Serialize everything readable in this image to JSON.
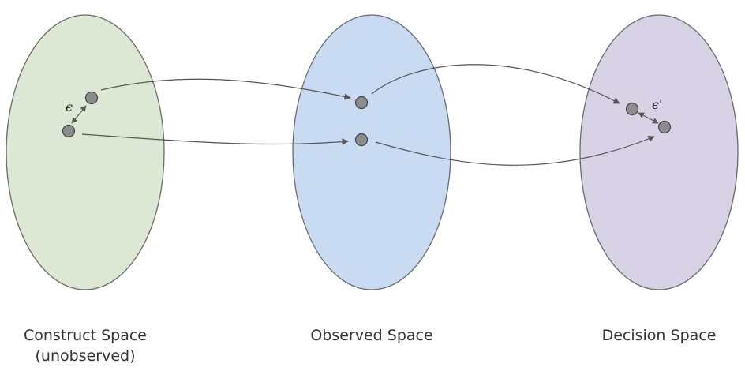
{
  "spaces": {
    "construct": {
      "label_line1": "Construct Space",
      "label_line2": "(unobserved)",
      "color": "#dce8d4"
    },
    "observed": {
      "label": "Observed Space",
      "color": "#c9daf3"
    },
    "decision": {
      "label": "Decision Space",
      "color": "#d8d2e7"
    }
  },
  "annotations": {
    "epsilon": "ϵ",
    "epsilon_prime": "ϵ'"
  },
  "colors": {
    "ellipse_stroke": "#6b6b6b",
    "point_fill": "#8c8c8c",
    "arrow": "#555555"
  }
}
